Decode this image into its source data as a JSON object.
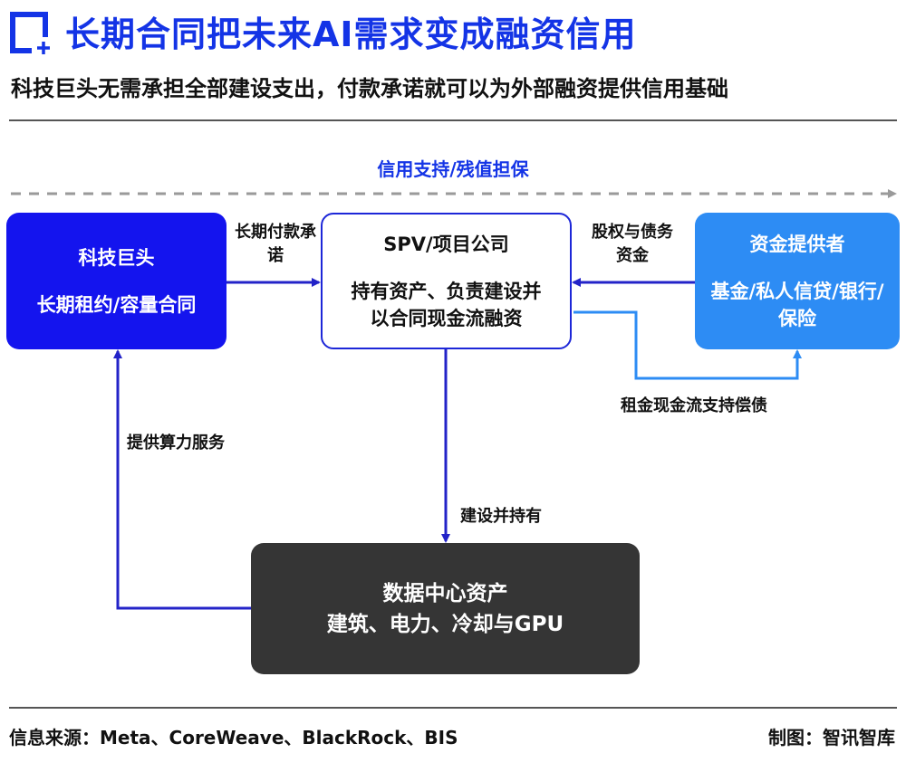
{
  "header": {
    "title": "长期合同把未来AI需求变成融资信用",
    "subtitle": "科技巨头无需承担全部建设支出，付款承诺就可以为外部融资提供信用基础"
  },
  "diagram": {
    "credit_support_label": "信用支持/残值担保",
    "nodes": {
      "tech": {
        "title": "科技巨头",
        "desc": "长期租约/容量合同"
      },
      "spv": {
        "title": "SPV/项目公司",
        "desc": "持有资产、负责建设并以合同现金流融资"
      },
      "fund": {
        "title": "资金提供者",
        "desc": "基金/私人信贷/银行/保险"
      },
      "datacenter": {
        "title": "数据中心资产",
        "desc": "建筑、电力、冷却与GPU"
      }
    },
    "edges": {
      "payment": "长期付款承诺",
      "equity": "股权与债务资金",
      "rent": "租金现金流支持偿债",
      "compute": "提供算力服务",
      "build": "建设并持有"
    },
    "colors": {
      "title_blue": "#1434e6",
      "tech_fill": "#1414ee",
      "fund_fill": "#2d8cf4",
      "datacenter_fill": "#353535",
      "arrow_dark": "#2323c8",
      "arrow_light": "#2d8cf4",
      "dashed": "#9a9a9a"
    }
  },
  "footer": {
    "source": "信息来源：Meta、CoreWeave、BlackRock、BIS",
    "credit": "制图：智讯智库"
  }
}
